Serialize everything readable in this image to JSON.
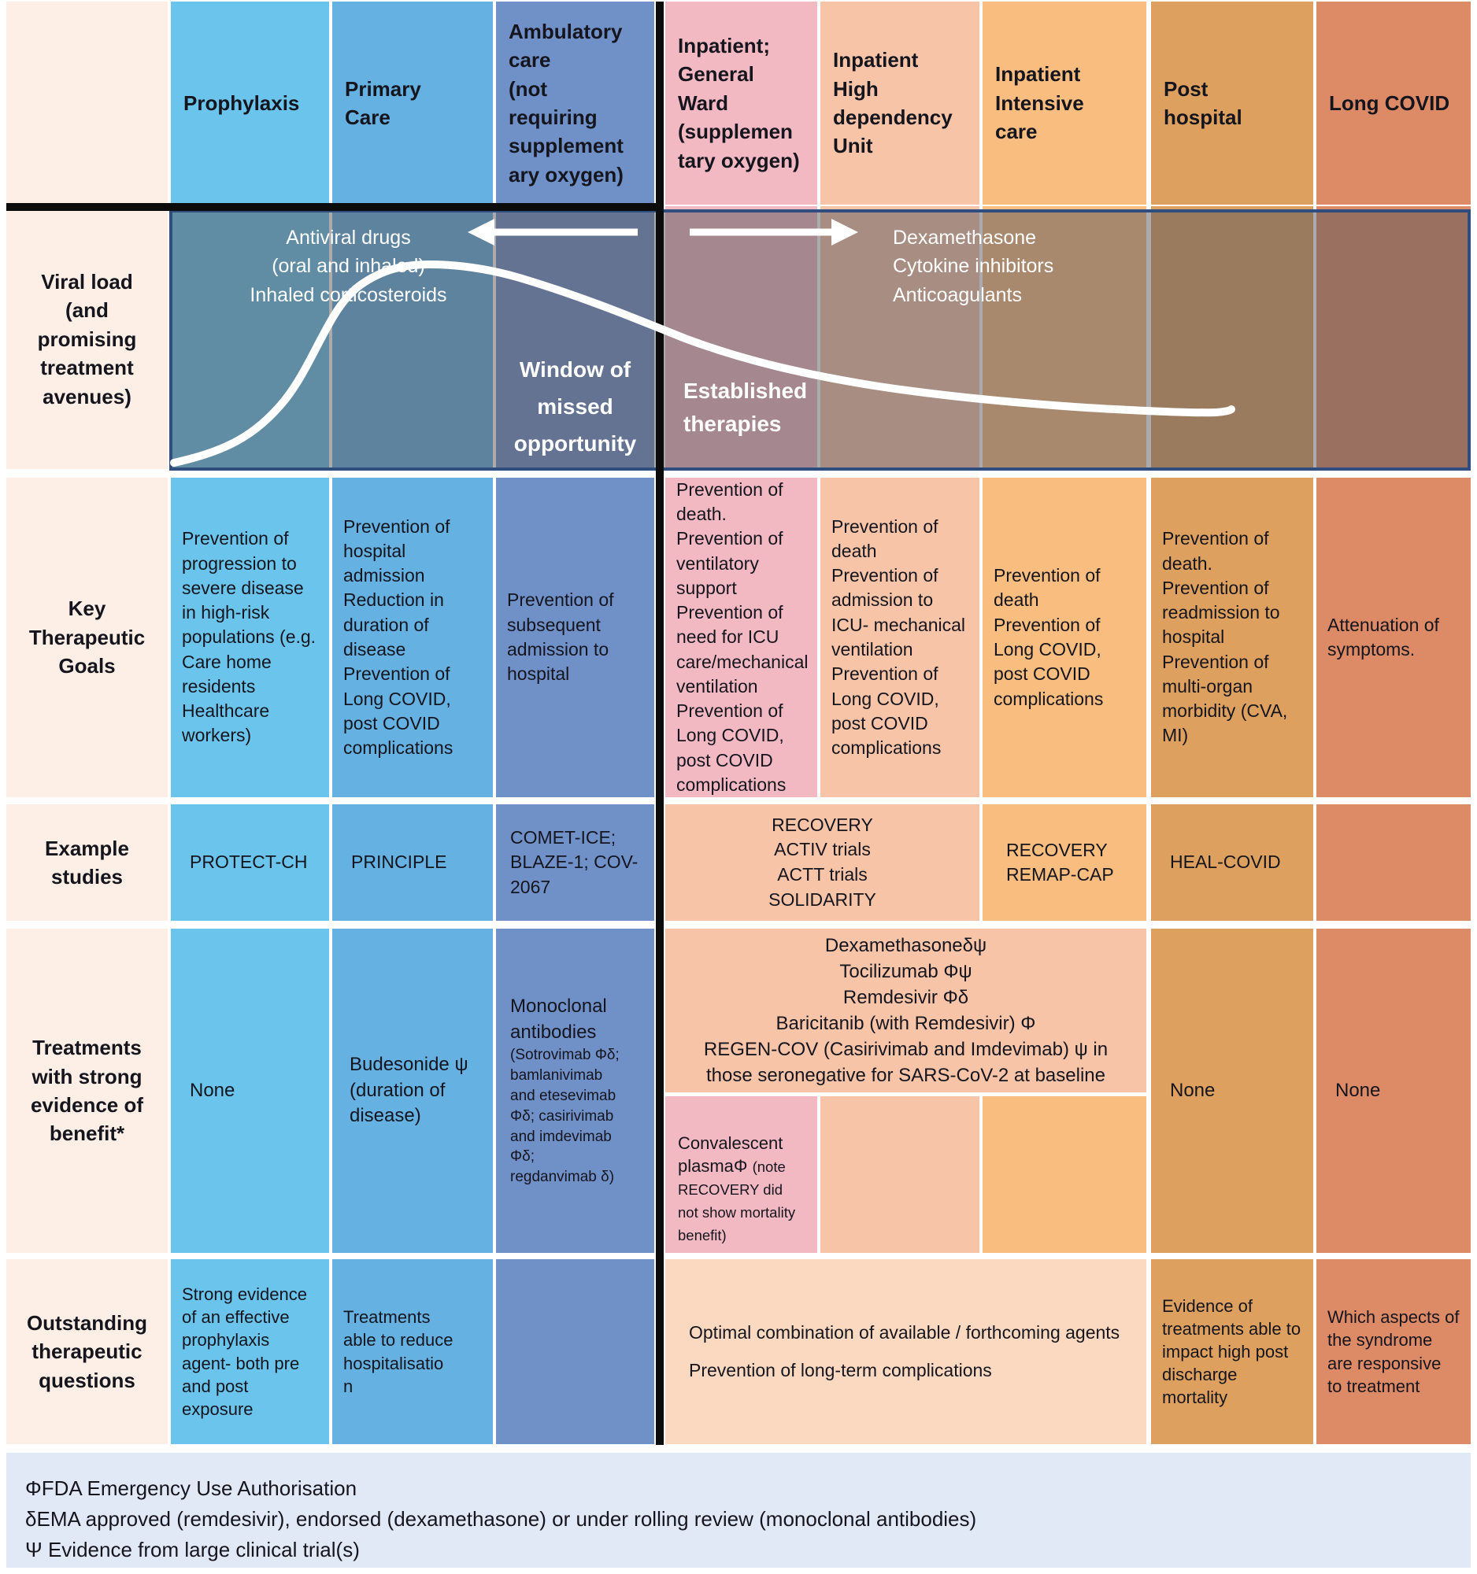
{
  "header": {
    "cols": [
      "Prophylaxis",
      "Primary\nCare",
      "Ambulatory\ncare\n(not\nrequiring\nsupplement\nary oxygen)",
      "Inpatient;\nGeneral\nWard\n(supplemen\ntary oxygen)",
      "Inpatient\nHigh\ndependency\nUnit",
      "Inpatient\nIntensive\ncare",
      "Post\nhospital",
      "Long COVID"
    ]
  },
  "viral": {
    "row_label": "Viral load (and promising treatment avenues)",
    "pre_hospital_therapies": "Antiviral drugs\n(oral and inhaled)\nInhaled corticosteroids",
    "in_hospital_therapies": "Dexamethasone\nCytokine inhibitors\nAnticoagulants",
    "window_label": "Window of\nmissed\nopportunity",
    "established_label": "Established\ntherapies"
  },
  "goals": {
    "row_label": "Key Therapeutic Goals",
    "cells": [
      "Prevention of progression to severe disease in high-risk populations (e.g. Care home residents\nHealthcare workers)",
      "Prevention of hospital admission\nReduction in duration of disease\nPrevention of Long COVID, post COVID complications",
      "Prevention of subsequent admission to hospital",
      "Prevention of death.\nPrevention of ventilatory support\nPrevention of need for ICU care/mechanical ventilation\nPrevention of Long COVID, post COVID complications",
      "Prevention of death\nPrevention of admission to ICU- mechanical ventilation\nPrevention of Long COVID, post COVID complications",
      "Prevention of death\nPrevention of Long COVID, post COVID complications",
      "Prevention of death.\nPrevention of readmission to hospital\nPrevention of multi-organ morbidity (CVA, MI)",
      "Attenuation of symptoms."
    ]
  },
  "studies": {
    "row_label": "Example studies",
    "prophylaxis": "PROTECT-CH",
    "primary_care": "PRINCIPLE",
    "ambulatory": "COMET-ICE;\nBLAZE-1; COV-\n2067",
    "ward_hdu": "RECOVERY\nACTIV trials\nACTT trials\nSOLIDARITY",
    "intensive": "RECOVERY\nREMAP-CAP",
    "post_hospital": "HEAL-COVID"
  },
  "treatments": {
    "row_label": "Treatments with strong evidence of benefit*",
    "prophylaxis": "None",
    "primary_care": "Budesonide ψ\n(duration of\ndisease)",
    "ambulatory_title": "Monoclonal antibodies",
    "ambulatory_detail": "(Sotrovimab Φδ;\nbamlanivimab\nand etesevimab\nΦδ; casirivimab\nand imdevimab\nΦδ;\nregdanvimab δ)",
    "inpatient_shared": "Dexamethasoneδψ\nTocilizumab Φψ\nRemdesivir Φδ\nBaricitanib (with Remdesivir) Φ\nREGEN-COV (Casirivimab and Imdevimab) ψ in those seronegative for SARS-CoV-2  at baseline",
    "ward_main": "Convalescent plasmaΦ ",
    "ward_note": "(note RECOVERY did not show mortality benefit)",
    "post_hospital": "None",
    "long_covid": "None"
  },
  "outstanding": {
    "row_label": "Outstanding therapeutic questions",
    "prophylaxis": "Strong evidence of an effective prophylaxis agent- both pre and post exposure",
    "primary_care": "Treatments\nable to reduce\nhospitalisatio\nn",
    "inpatient_shared_1": "Optimal combination of available / forthcoming agents",
    "inpatient_shared_2": "Prevention of long-term complications",
    "post_hospital": "Evidence of treatments able to impact high post discharge mortality",
    "long_covid": "Which aspects of the syndrome are responsive to treatment"
  },
  "footnotes": {
    "line1": "ΦFDA Emergency Use Authorisation",
    "line2": "δEMA approved (remdesivir), endorsed (dexamethasone) or under rolling review (monoclonal antibodies)",
    "line3": "Ψ Evidence from large clinical trial(s)"
  },
  "colors": {
    "prophylaxis": "#6ac4ec",
    "primary_care": "#64b1e2",
    "ambulatory": "#7090c8",
    "general_ward": "#f3b9c3",
    "hdu": "#f7c4a8",
    "intensive": "#f9bd7f",
    "post_hospital": "#dda05e",
    "long_covid": "#dd8a66",
    "label_column": "#fdefe5",
    "footer_bg": "#e2e9f6",
    "overlay_border": "#2f4d7e",
    "curve": "#ffffff"
  }
}
